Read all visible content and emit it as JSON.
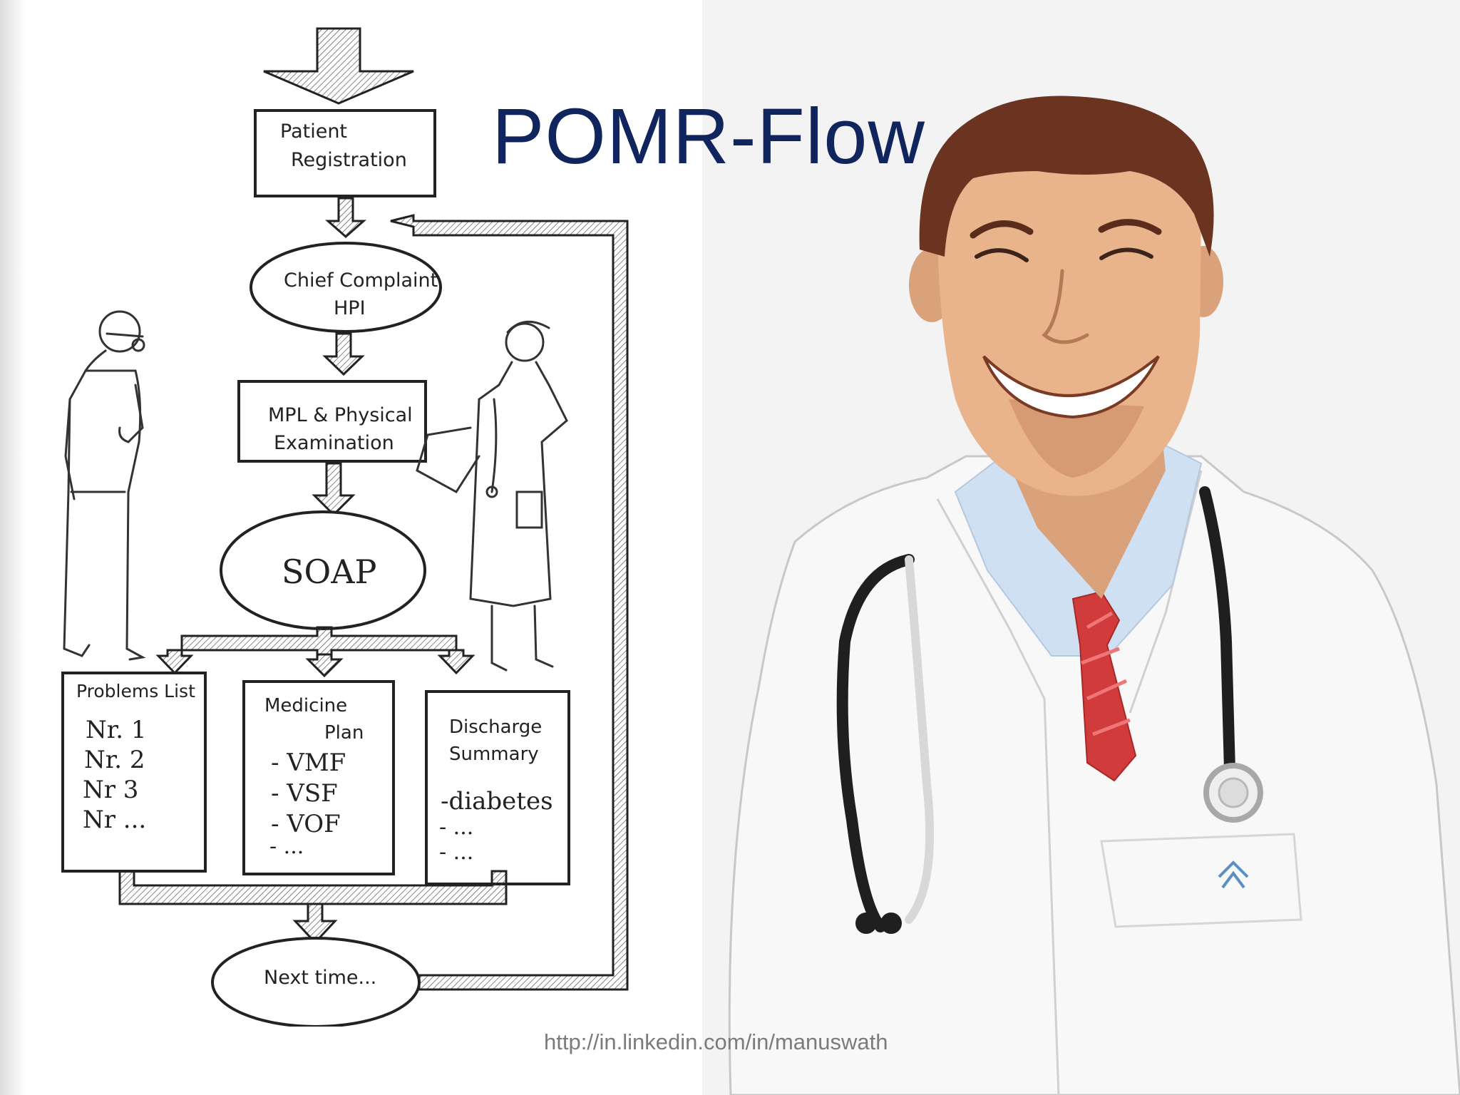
{
  "title": "POMR-Flow",
  "footer_url": "http://in.linkedin.com/in/manuswath",
  "colors": {
    "title": "#10245e",
    "footer": "#7b7b7b",
    "ink": "#222222",
    "tie_red": "#d23b3b",
    "shirt_blue": "#cfe0f3"
  },
  "flow": {
    "patient_registration": {
      "line1": "Patient",
      "line2": "Registration"
    },
    "chief_complaint": {
      "line1": "Chief Complaint",
      "line2": "HPI"
    },
    "mpl_exam": {
      "line1": "MPL & Physical",
      "line2": "Examination"
    },
    "soap": "SOAP",
    "problems_list": {
      "title": "Problems List",
      "items": [
        "Nr. 1",
        "Nr. 2",
        "Nr 3",
        "Nr ..."
      ]
    },
    "medicine_plan": {
      "line1": "Medicine",
      "line2": "Plan",
      "items": [
        "- VMF",
        "- VSF",
        "- VOF",
        "- ..."
      ]
    },
    "discharge_summary": {
      "line1": "Discharge",
      "line2": "Summary",
      "items": [
        "-diabetes",
        "- ...",
        "- ..."
      ]
    },
    "next_time": "Next time..."
  }
}
